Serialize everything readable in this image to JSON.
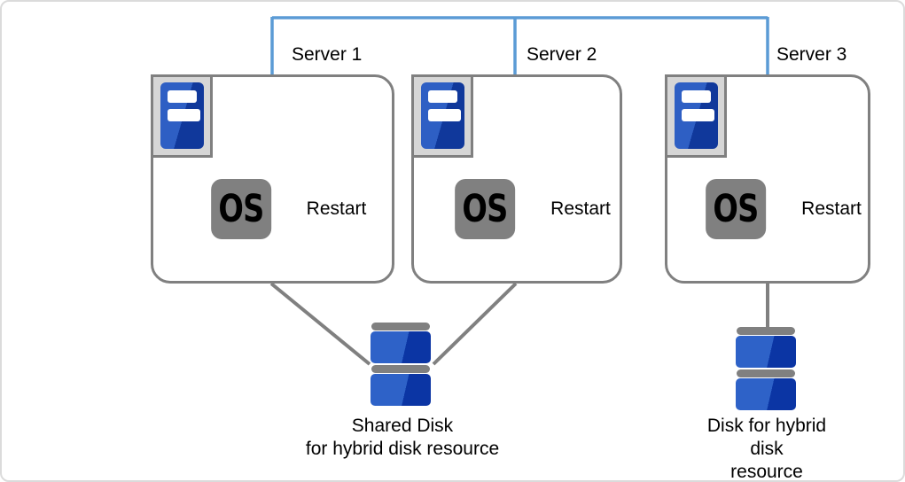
{
  "servers": [
    {
      "label": "Server 1",
      "os_badge": "OS",
      "action_label": "Restart"
    },
    {
      "label": "Server 2",
      "os_badge": "OS",
      "action_label": "Restart"
    },
    {
      "label": "Server 3",
      "os_badge": "OS",
      "action_label": "Restart"
    }
  ],
  "disks": [
    {
      "caption": "Shared Disk\nfor hybrid disk resource"
    },
    {
      "caption": "Disk for hybrid disk\nresource"
    }
  ],
  "colors": {
    "network_line": "#5B9BD5",
    "connector_line": "#808080",
    "box_border": "#808080",
    "icon_frame_bg": "#D6D6D6",
    "tower_light": "#2E5FC4",
    "tower_dark": "#10389B",
    "os_badge_bg": "#808080",
    "disk_light": "#2E62C8",
    "disk_dark": "#0B35A4",
    "page_border": "#DBDBDB"
  }
}
